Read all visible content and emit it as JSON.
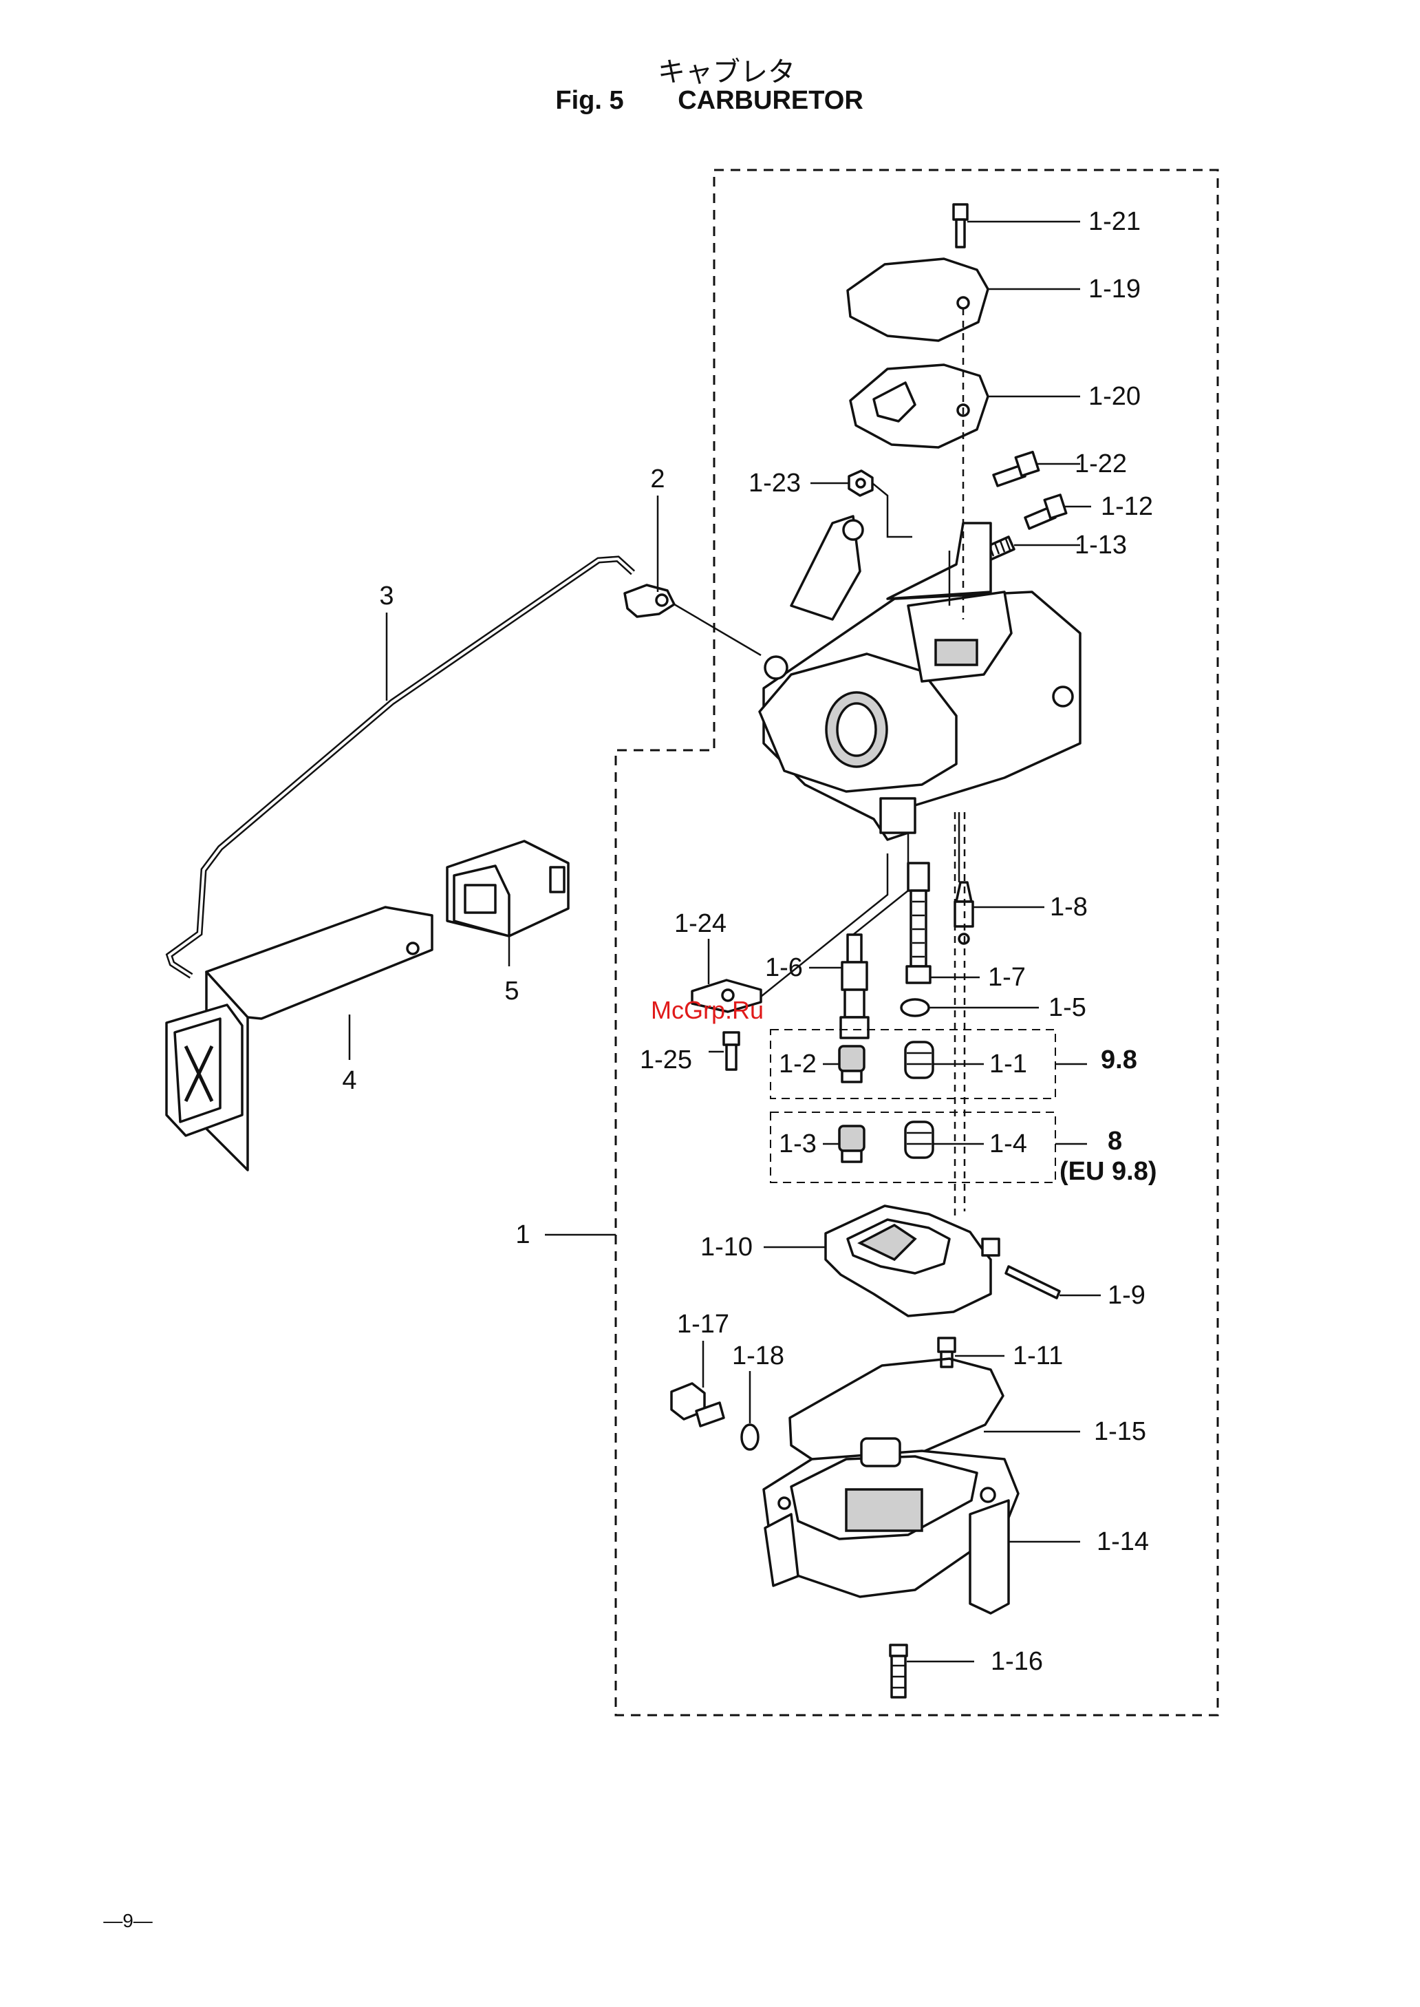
{
  "header": {
    "title_jp": "キャブレタ",
    "fig_label": "Fig. 5",
    "title_en": "CARBURETOR"
  },
  "callouts": {
    "p1_21": "1-21",
    "p1_19": "1-19",
    "p1_20": "1-20",
    "p1_22": "1-22",
    "p1_23": "1-23",
    "p1_12": "1-12",
    "p1_13": "1-13",
    "p2": "2",
    "p3": "3",
    "p1_8": "1-8",
    "p1_24": "1-24",
    "p1_6": "1-6",
    "p1_7": "1-7",
    "p5": "5",
    "p1_5": "1-5",
    "p4": "4",
    "p1_25": "1-25",
    "p1_2": "1-2",
    "p1_1": "1-1",
    "p1_3": "1-3",
    "p1_4": "1-4",
    "p1": "1",
    "p1_10": "1-10",
    "p1_9": "1-9",
    "p1_17": "1-17",
    "p1_18": "1-18",
    "p1_11": "1-11",
    "p1_15": "1-15",
    "p1_14": "1-14",
    "p1_16": "1-16"
  },
  "variants": {
    "v98": "9.8",
    "v8": "8",
    "v8_note": "(EU 9.8)"
  },
  "watermark": "McGrp.Ru",
  "page_number": "—9—",
  "icons": {
    "carburetor": "carburetor-body-icon",
    "float_chamber": "float-chamber-icon",
    "float": "float-icon"
  }
}
